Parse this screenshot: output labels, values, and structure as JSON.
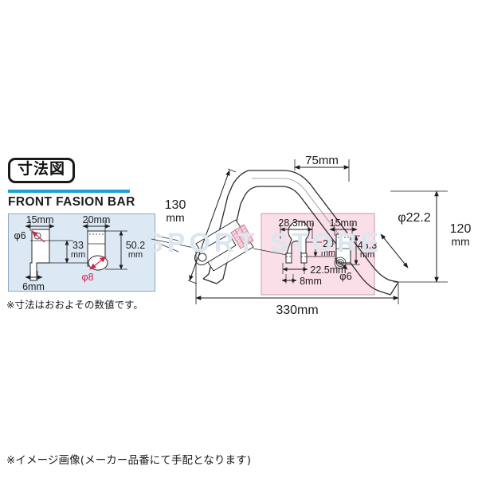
{
  "header": {
    "badge_title": "寸法図",
    "subtitle": "FRONT FASION BAR",
    "accent_color": "#1aa3d6"
  },
  "watermark": {
    "text": "SPORT STORE"
  },
  "detail_panel": {
    "background_color": "#dce9f5",
    "note": "※寸法はおおよその数値です。",
    "dimensions": {
      "width_top_left": "15mm",
      "hole_left": "φ6",
      "height_left": "33",
      "height_left_unit": "mm",
      "width_top_right": "20mm",
      "height_right": "50.2",
      "height_right_unit": "mm",
      "hole_right": "φ8",
      "width_bottom": "6mm"
    }
  },
  "main_drawing": {
    "pink_panel_color": "#fadfe8",
    "dimensions": {
      "top_span": "75mm",
      "left_tube": "130",
      "left_tube_unit": "mm",
      "right_diameter": "φ22.2",
      "overall_height": "120",
      "overall_height_unit": "mm",
      "overall_width": "330mm"
    },
    "inset_dimensions": {
      "clamp_width": "28.3mm",
      "bracket_width": "15mm",
      "clamp_height": "20",
      "clamp_height_unit": "mm",
      "bracket_height": "43.3",
      "bracket_height_unit": "mm",
      "bolt_spacing": "22.5mm",
      "slot_width": "8mm",
      "bracket_hole": "φ6"
    }
  },
  "footer": {
    "note": "※イメージ画像(メーカー品番にて手配となります)"
  }
}
